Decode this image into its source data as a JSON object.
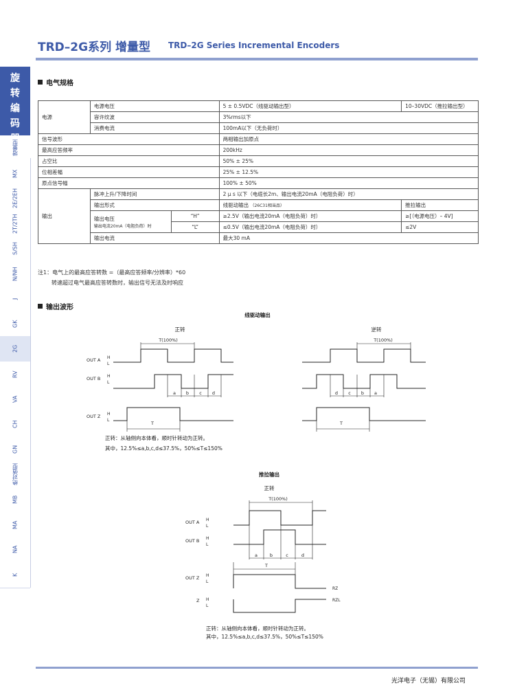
{
  "header": {
    "title_cn": "TRD–2G系列  增量型",
    "title_en": "TRD–2G  Series Incremental  Encoders"
  },
  "sidebar": {
    "heading": "旋转编码器",
    "items": [
      "增量型",
      "MX",
      "2E/2EH",
      "2T/2TH",
      "S/SH",
      "N/NH",
      "J",
      "GK",
      "2G",
      "RV",
      "VA",
      "CH",
      "GN",
      "绝对值型",
      "MB",
      "MA",
      "NA",
      "K"
    ],
    "active_index": 8
  },
  "section1": {
    "title": "电气规格"
  },
  "spec": {
    "power_group": "电源",
    "power_voltage": {
      "label": "电源电压",
      "v1": "5 ± 0.5VDC（线驱动输出型）",
      "v2": "10–30VDC（推拉输出型）"
    },
    "ripple": {
      "label": "容许纹波",
      "value": "3%rms以下"
    },
    "current": {
      "label": "消费电流",
      "value": "100mA以下（无负荷时）"
    },
    "waveform": {
      "label": "信号波形",
      "value": "两相输出加原点"
    },
    "max_freq": {
      "label": "最高应答频率",
      "value": "200kHz"
    },
    "duty": {
      "label": "占空比",
      "value": "50% ± 25%"
    },
    "phase": {
      "label": "位相差幅",
      "value": "25% ± 12.5%"
    },
    "origin": {
      "label": "原点信号幅",
      "value": "100% ± 50%"
    },
    "output_group": "输出",
    "rise_fall": {
      "label": "脉冲上升/下降时间",
      "value": "2 μ s 以下（电缆长2m、输出电流20mA（电阻负荷）时）"
    },
    "out_form": {
      "label": "输出形式",
      "v1": "线驱动输出",
      "v1_note": "（26C31相当品）",
      "v2": "推拉输出"
    },
    "out_voltage": {
      "label": "输出电压",
      "label2": "输出电流20mA（电阻负荷）时",
      "h": "“H”",
      "l": "“L”",
      "h1": "≥2.5V（输出电流20mA（电阻负荷）时）",
      "h2": "≥[（电源电压）– 4V]",
      "l1": "≤0.5V（输出电流20mA（电阻负荷）时）",
      "l2": "≤2V"
    },
    "out_current": {
      "label": "输出电流",
      "value": "最大30 mA"
    }
  },
  "notes": {
    "n1": "注1：电气上的最高应答转数 =（最高应答频率/分辨率）*60",
    "n2": "转速超过电气最高应答转数时，输出信号无法及时响应"
  },
  "section2": {
    "title": "输出波形"
  },
  "line_driver": {
    "title": "线驱动输出",
    "forward": "正转",
    "reverse": "逆转",
    "period": "T(100%)",
    "out_a": "OUT A",
    "out_b": "OUT B",
    "out_z": "OUT Z",
    "h": "H",
    "l": "L",
    "t": "T",
    "a": "a",
    "b": "b",
    "c": "c",
    "d": "d",
    "cap1": "正转：从轴侧向本体看，顺时针转动为正转。",
    "cap2": "其中，12.5%≤a,b,c,d≤37.5%，50%≤T≤150%"
  },
  "push_pull": {
    "title": "推拉输出",
    "forward": "正转",
    "period": "T(100%)",
    "out_a": "OUT A",
    "out_b": "OUT B",
    "out_z": "OUT Z",
    "zbar": "Z",
    "h": "H",
    "l": "L",
    "t": "T",
    "rz": "RZ",
    "rzl": "RZL",
    "a": "a",
    "b": "b",
    "c": "c",
    "d": "d",
    "cap1": "正转：从轴侧向本体看，顺时针转动为正转。",
    "cap2": "其中，12.5%≤a,b,c,d≤37.5%，50%≤T≤150%"
  },
  "footer": {
    "company": "光洋电子（无锡）有限公司"
  }
}
